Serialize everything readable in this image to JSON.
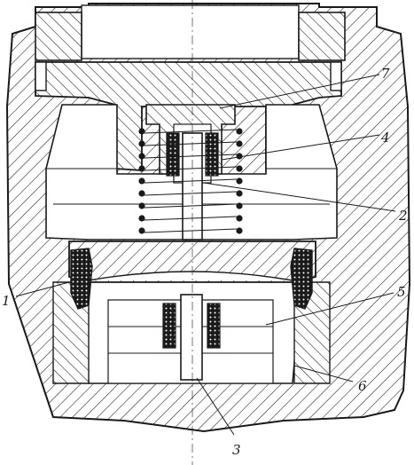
{
  "figure": {
    "callouts": [
      {
        "id": "1",
        "label": "1"
      },
      {
        "id": "2",
        "label": "2"
      },
      {
        "id": "3",
        "label": "3"
      },
      {
        "id": "4",
        "label": "4"
      },
      {
        "id": "5",
        "label": "5"
      },
      {
        "id": "6",
        "label": "6"
      },
      {
        "id": "7",
        "label": "7"
      }
    ],
    "colors": {
      "ink": "#1a1a1a",
      "paper": "#ffffff",
      "seal": "#1a1a1a"
    }
  }
}
